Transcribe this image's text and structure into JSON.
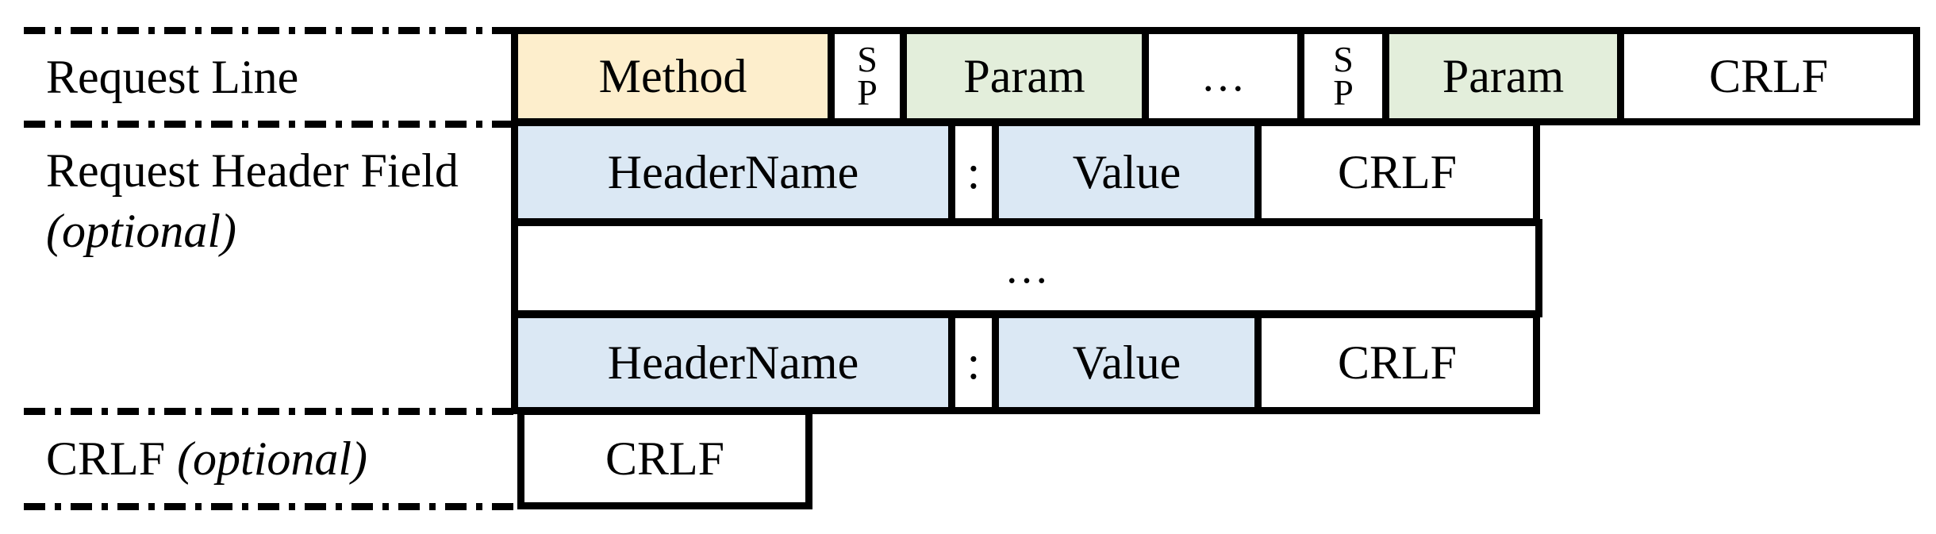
{
  "colors": {
    "method_fill": "#FDEECC",
    "param_fill": "#E3EEDB",
    "header_fill": "#DBE8F4",
    "plain_fill": "#FFFFFF",
    "border": "#000000",
    "background": "#FFFFFF",
    "text": "#000000"
  },
  "row_labels": {
    "request_line": "Request Line",
    "request_header_field": "Request Header Field",
    "request_header_note": "(optional)",
    "trailing_crlf": "CRLF ",
    "trailing_crlf_note": "(optional)"
  },
  "request_line_row": {
    "method": "Method",
    "sp1_top": "S",
    "sp1_bottom": "P",
    "param1": "Param",
    "ellipsis": "…",
    "sp2_top": "S",
    "sp2_bottom": "P",
    "param2": "Param",
    "crlf": "CRLF"
  },
  "header_field_row_1": {
    "header_name": "HeaderName",
    "colon": ":",
    "value": "Value",
    "crlf": "CRLF"
  },
  "ellipsis_row": {
    "ellipsis": "…"
  },
  "header_field_row_2": {
    "header_name": "HeaderName",
    "colon": ":",
    "value": "Value",
    "crlf": "CRLF"
  },
  "trailing_crlf_row": {
    "crlf": "CRLF"
  }
}
